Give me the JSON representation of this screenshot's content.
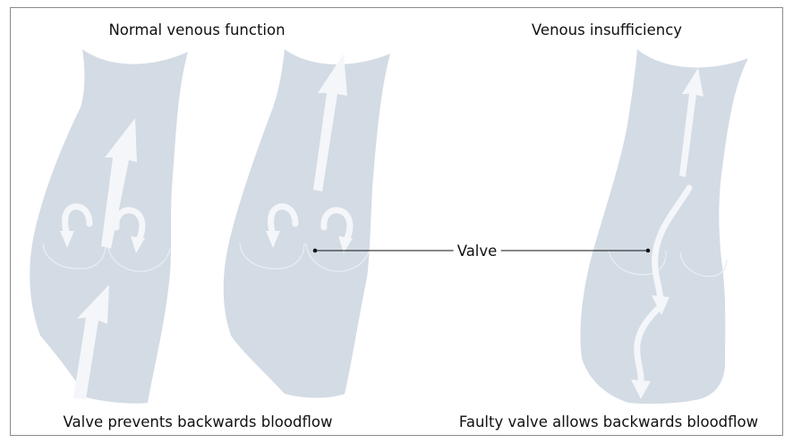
{
  "titles": {
    "normal": "Normal venous function",
    "insufficiency": "Venous insufficiency"
  },
  "captions": {
    "normal": "Valve prevents backwards bloodflow",
    "insufficiency": "Faulty valve allows backwards bloodflow"
  },
  "callout": {
    "valve": "Valve"
  },
  "colors": {
    "vein": "#d3dbe4",
    "arrow": "#f4f6f9",
    "line": "#111111"
  }
}
